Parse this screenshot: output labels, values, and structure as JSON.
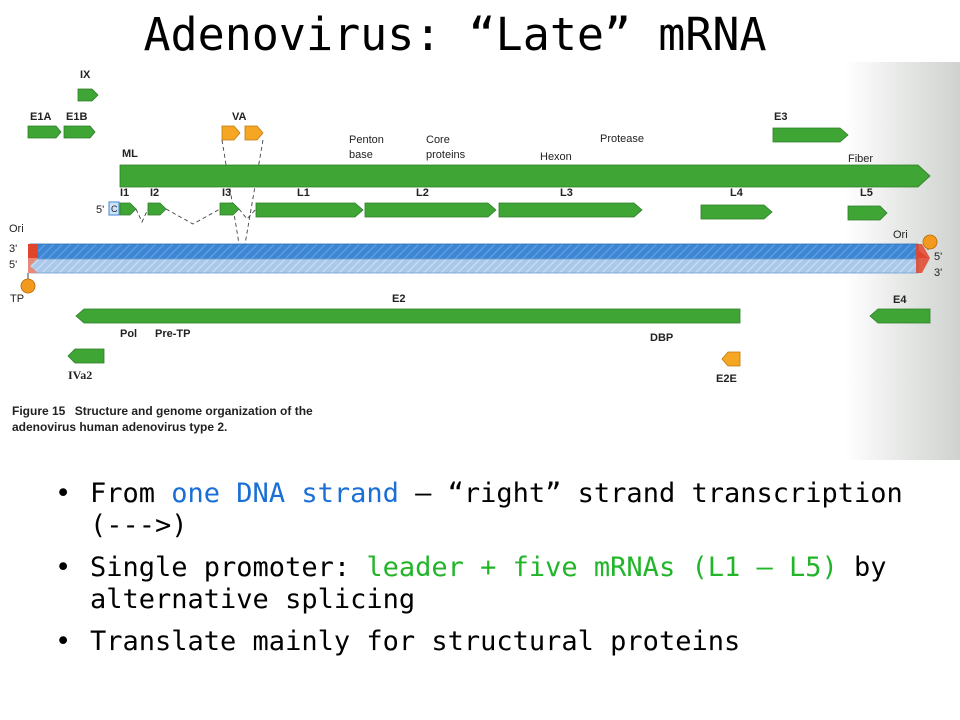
{
  "title": "Adenovirus:  “Late” mRNA",
  "colors": {
    "gene_green": "#3fa535",
    "gene_dark_green": "#2d7d2a",
    "strand_blue": "#3d86d4",
    "strand_light": "#a9c8ea",
    "ori_red": "#e0452b",
    "tp_orange": "#f39a1e",
    "va_orange": "#f5a623",
    "highlight_blue": "#1a6fd6",
    "highlight_green": "#22b52a"
  },
  "figure": {
    "genes": {
      "ix": "IX",
      "e1a": "E1A",
      "e1b": "E1B",
      "va": "VA",
      "ml": "ML",
      "penton": [
        "Penton",
        "base"
      ],
      "core": [
        "Core",
        "proteins"
      ],
      "hexon": "Hexon",
      "protease": "Protease",
      "e3": "E3",
      "fiber": "Fiber",
      "i1": "I1",
      "i2": "I2",
      "i3": "I3",
      "l1": "L1",
      "l2": "L2",
      "l3": "L3",
      "l4": "L4",
      "l5": "L5",
      "five_prime_cap": "5'",
      "cap_c": "C",
      "ori_left": "Ori",
      "ori_right": "Ori",
      "three_left": "3'",
      "five_left": "5'",
      "five_right": "5'",
      "three_right": "3'",
      "tp": "TP",
      "e2": "E2",
      "e4": "E4",
      "pol": "Pol",
      "pre_tp": "Pre-TP",
      "dbp": "DBP",
      "iva2": "IVa2",
      "e2e": "E2E"
    },
    "caption_bold": "Figure 15",
    "caption_line1": "Structure and genome organization of the",
    "caption_line2": "adenovirus human adenovirus type 2."
  },
  "bullets": [
    {
      "parts": [
        {
          "text": "From ",
          "style": "plain"
        },
        {
          "text": "one DNA strand",
          "style": "blue"
        },
        {
          "text": " – “right” strand transcription (--->)",
          "style": "plain"
        }
      ]
    },
    {
      "parts": [
        {
          "text": "Single promoter:  ",
          "style": "plain"
        },
        {
          "text": "leader + five mRNAs (L1 – L5)",
          "style": "green"
        },
        {
          "text": " by alternative splicing",
          "style": "plain"
        }
      ]
    },
    {
      "parts": [
        {
          "text": "Translate mainly for structural proteins",
          "style": "plain"
        }
      ]
    }
  ]
}
